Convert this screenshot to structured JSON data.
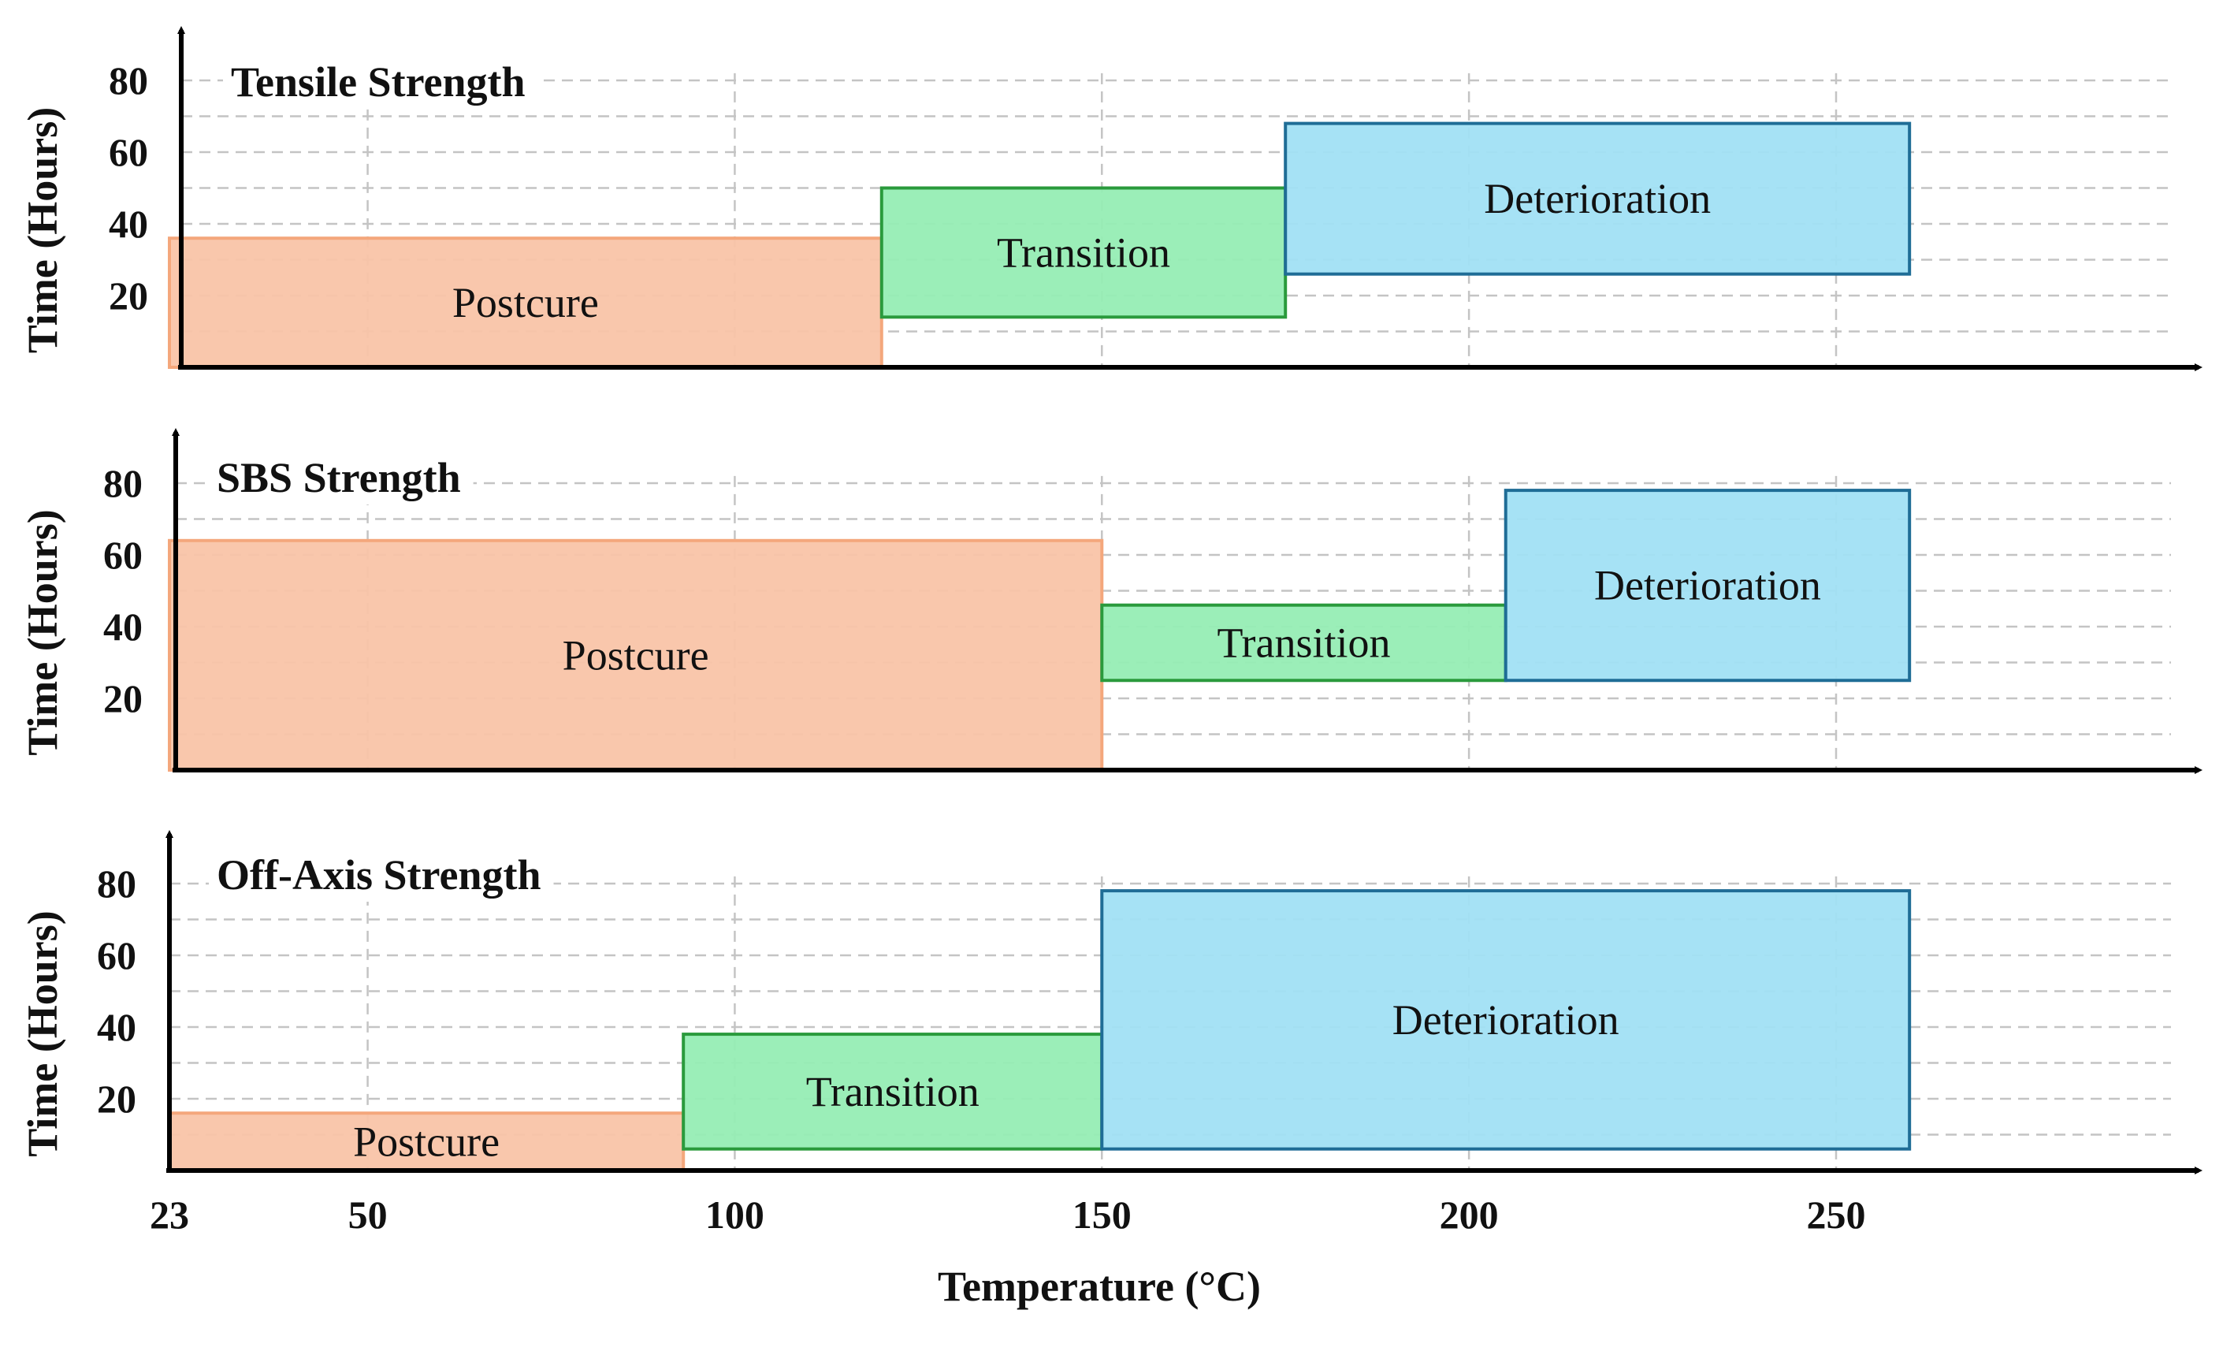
{
  "chart_data": {
    "type": "range-blocks",
    "xlabel": "Temperature (°C)",
    "ylabel": "Time (Hours)",
    "x_ticks": [
      23,
      50,
      100,
      150,
      200,
      250
    ],
    "y_ticks": [
      20,
      40,
      60,
      80
    ],
    "colors": {
      "Postcure": {
        "fill": "#f9c4a8",
        "stroke": "#f4a77c"
      },
      "Transition": {
        "fill": "#96edb4",
        "stroke": "#2a9a3c"
      },
      "Deterioration": {
        "fill": "#a1e0f4",
        "stroke": "#1f6d96"
      }
    },
    "panels": [
      {
        "title": "Tensile Strength",
        "regions": [
          {
            "label": "Postcure",
            "x0": 23,
            "x1": 120,
            "y0": 0,
            "y1": 36
          },
          {
            "label": "Transition",
            "x0": 120,
            "x1": 175,
            "y0": 14,
            "y1": 50
          },
          {
            "label": "Deterioration",
            "x0": 175,
            "x1": 260,
            "y0": 26,
            "y1": 68
          }
        ]
      },
      {
        "title": "SBS Strength",
        "regions": [
          {
            "label": "Postcure",
            "x0": 23,
            "x1": 150,
            "y0": 0,
            "y1": 64
          },
          {
            "label": "Transition",
            "x0": 150,
            "x1": 205,
            "y0": 25,
            "y1": 46
          },
          {
            "label": "Deterioration",
            "x0": 205,
            "x1": 260,
            "y0": 25,
            "y1": 78
          }
        ]
      },
      {
        "title": "Off-Axis Strength",
        "regions": [
          {
            "label": "Postcure",
            "x0": 23,
            "x1": 93,
            "y0": 0,
            "y1": 16
          },
          {
            "label": "Transition",
            "x0": 93,
            "x1": 150,
            "y0": 6,
            "y1": 38
          },
          {
            "label": "Deterioration",
            "x0": 150,
            "x1": 260,
            "y0": 6,
            "y1": 78
          }
        ]
      }
    ]
  }
}
